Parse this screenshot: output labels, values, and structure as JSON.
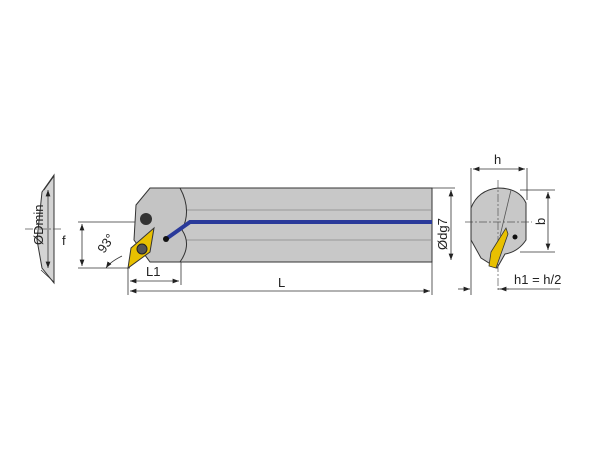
{
  "labels": {
    "d_min": "ØDmin",
    "f": "f",
    "angle": "93°",
    "l1": "L1",
    "l": "L",
    "dg7": "Ødg7",
    "h": "h",
    "b": "b",
    "h1": "h1 = h/2"
  },
  "colors": {
    "body": "#c8c8c8",
    "insert": "#e8c000",
    "coolant": "#2a3a9a"
  }
}
